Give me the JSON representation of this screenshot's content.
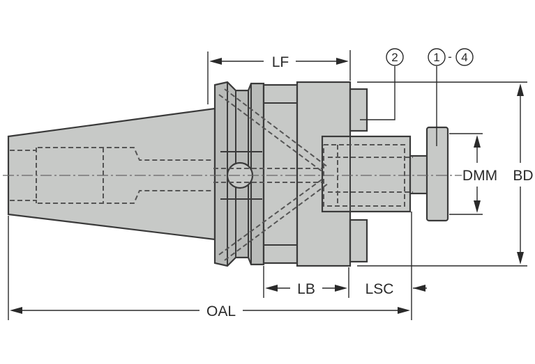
{
  "dimensions": {
    "lf": "LF",
    "lb": "LB",
    "lsc": "LSC",
    "oal": "OAL",
    "dmm": "DMM",
    "bd": "BD"
  },
  "callouts": {
    "item_a": "2",
    "item_b": "1",
    "item_b_range": "-",
    "item_c": "4"
  },
  "colors": {
    "body": "#c7c9c7",
    "outline": "#3a3a3a",
    "background": "#ffffff"
  }
}
